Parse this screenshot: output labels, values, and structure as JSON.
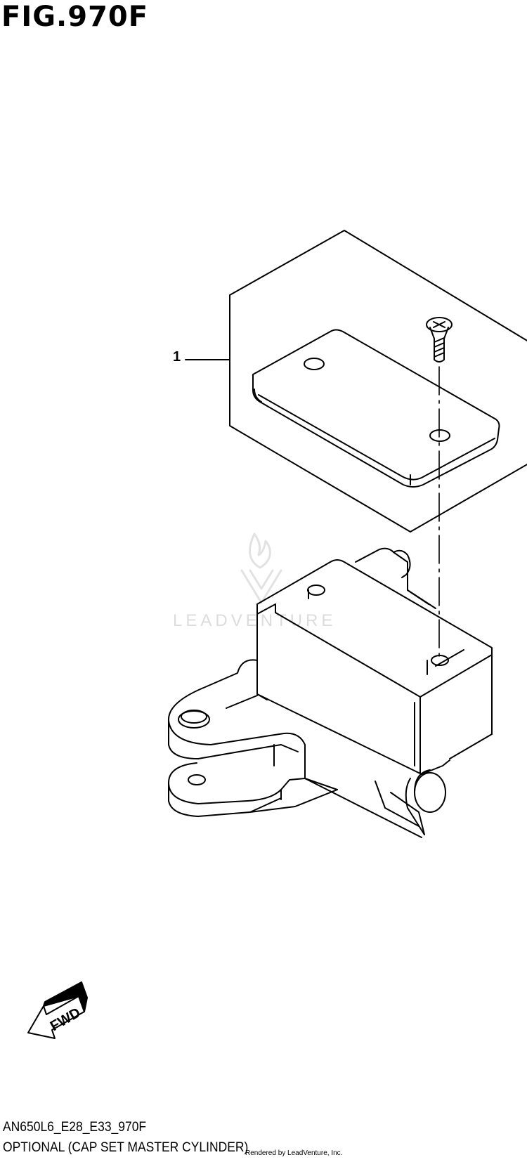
{
  "figure": {
    "title": "FIG.970F",
    "callouts": [
      "1"
    ]
  },
  "direction_arrow": {
    "label": "FWD"
  },
  "watermark": {
    "text": "LEADVENTURE"
  },
  "footer": {
    "code": "AN650L6_E28_E33_970F",
    "name": "OPTIONAL (CAP SET MASTER CYLINDER)",
    "credit": "Rendered by LeadVenture, Inc."
  },
  "colors": {
    "line": "#000000",
    "background": "#ffffff",
    "watermark": "#dcdcdc"
  }
}
